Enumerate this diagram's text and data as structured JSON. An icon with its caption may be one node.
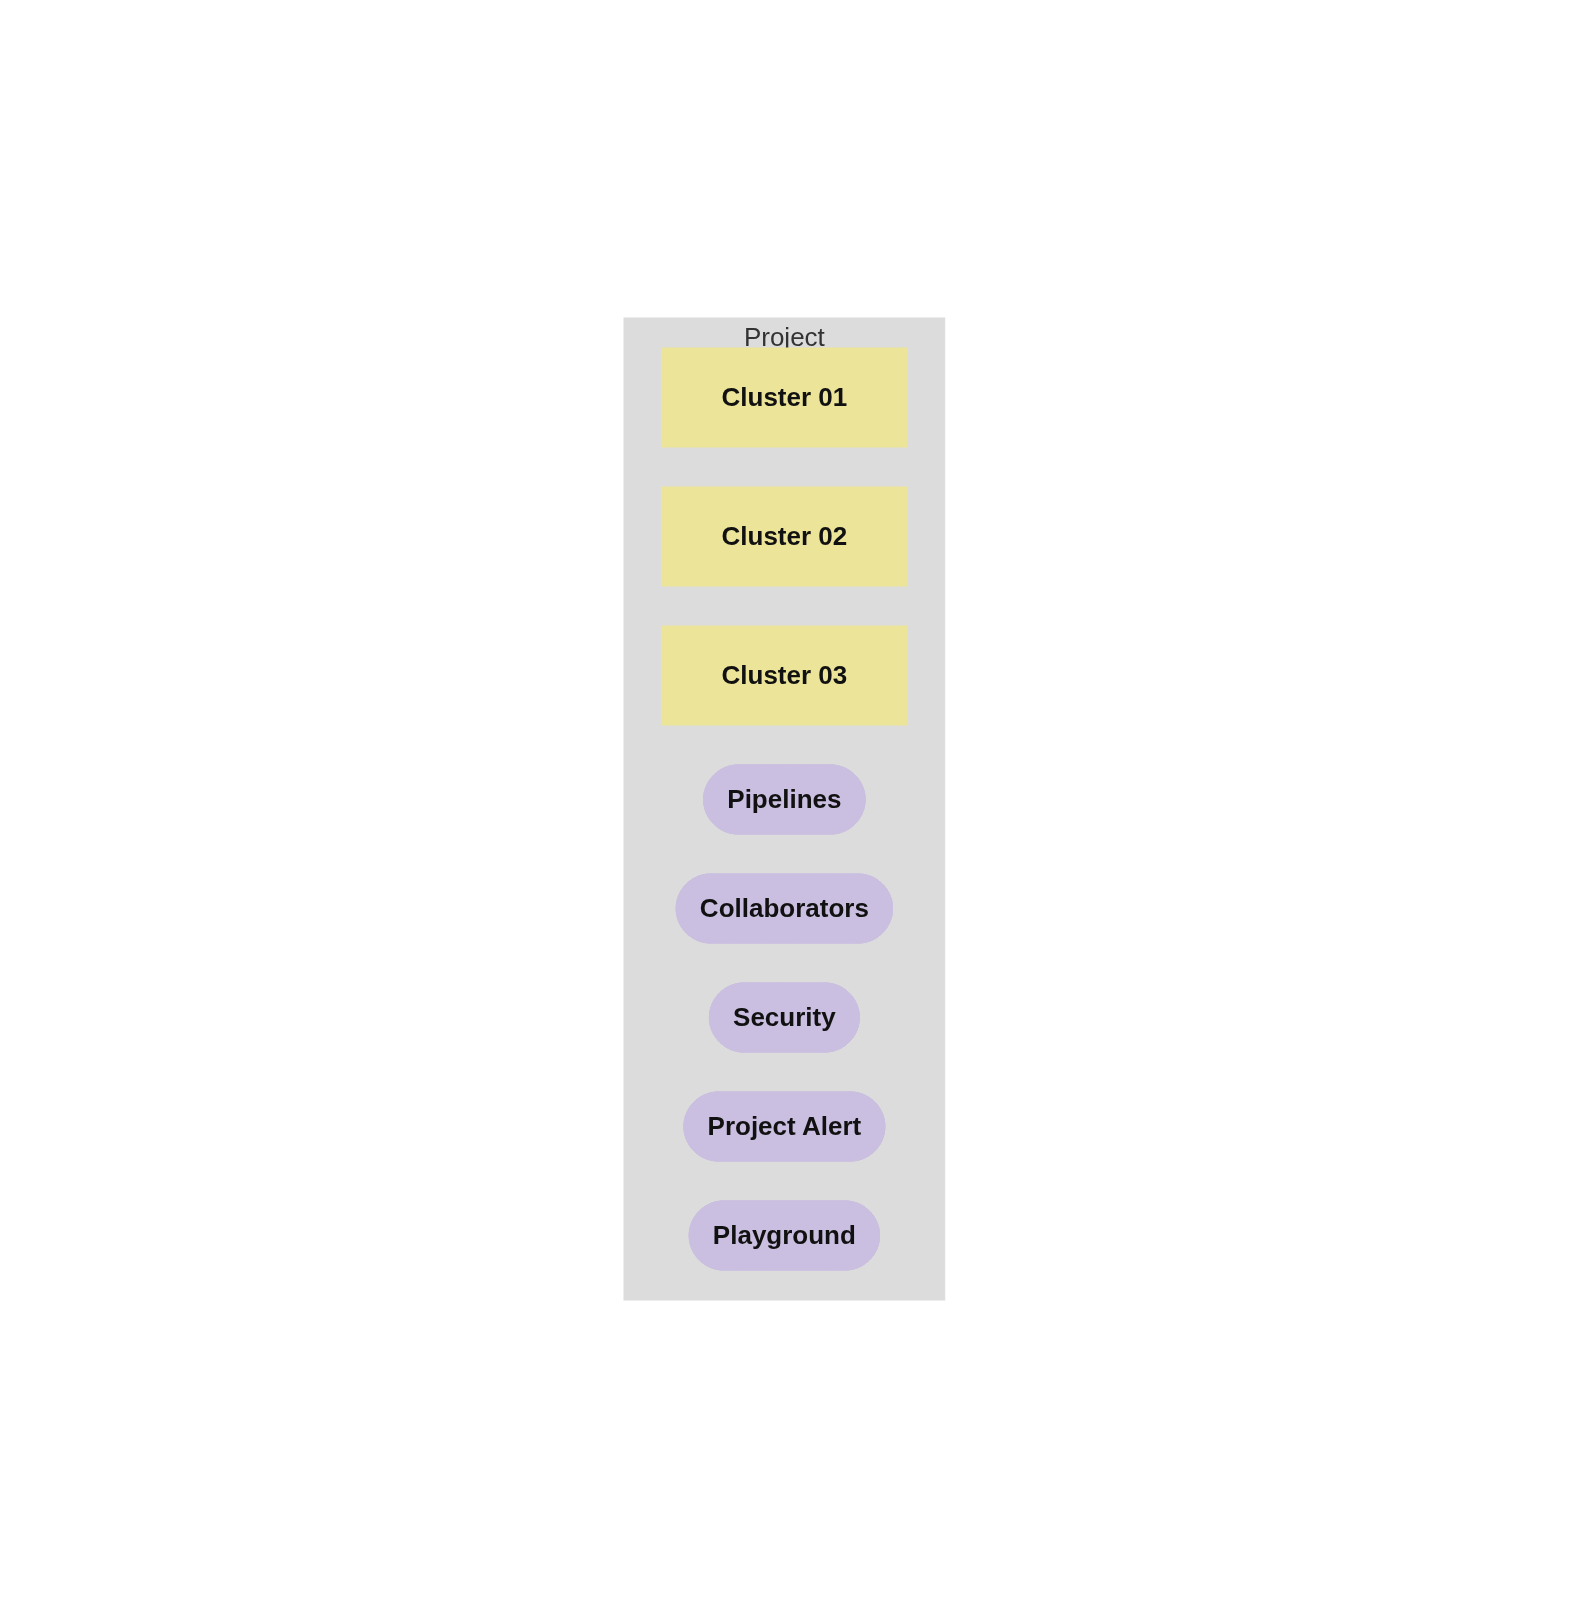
{
  "diagram": {
    "nodes": [
      {
        "text": [
          "Project"
        ]
      },
      {
        "text": [
          "Cluster 01"
        ],
        "in": 0
      },
      {
        "text": [
          "Cluster 02"
        ],
        "in": 0
      },
      {
        "text": [
          "Cluster 03"
        ],
        "in": 0
      },
      {
        "text": [
          "Pipelines"
        ],
        "in": 0
      },
      {
        "text": [
          "Collaborators"
        ],
        "in": 0
      },
      {
        "text": [
          "Security"
        ],
        "in": 0
      },
      {
        "text": [
          "Project Alert"
        ],
        "in": 0
      },
      {
        "text": [
          "Playground"
        ],
        "in": 0
      }
    ]
  }
}
